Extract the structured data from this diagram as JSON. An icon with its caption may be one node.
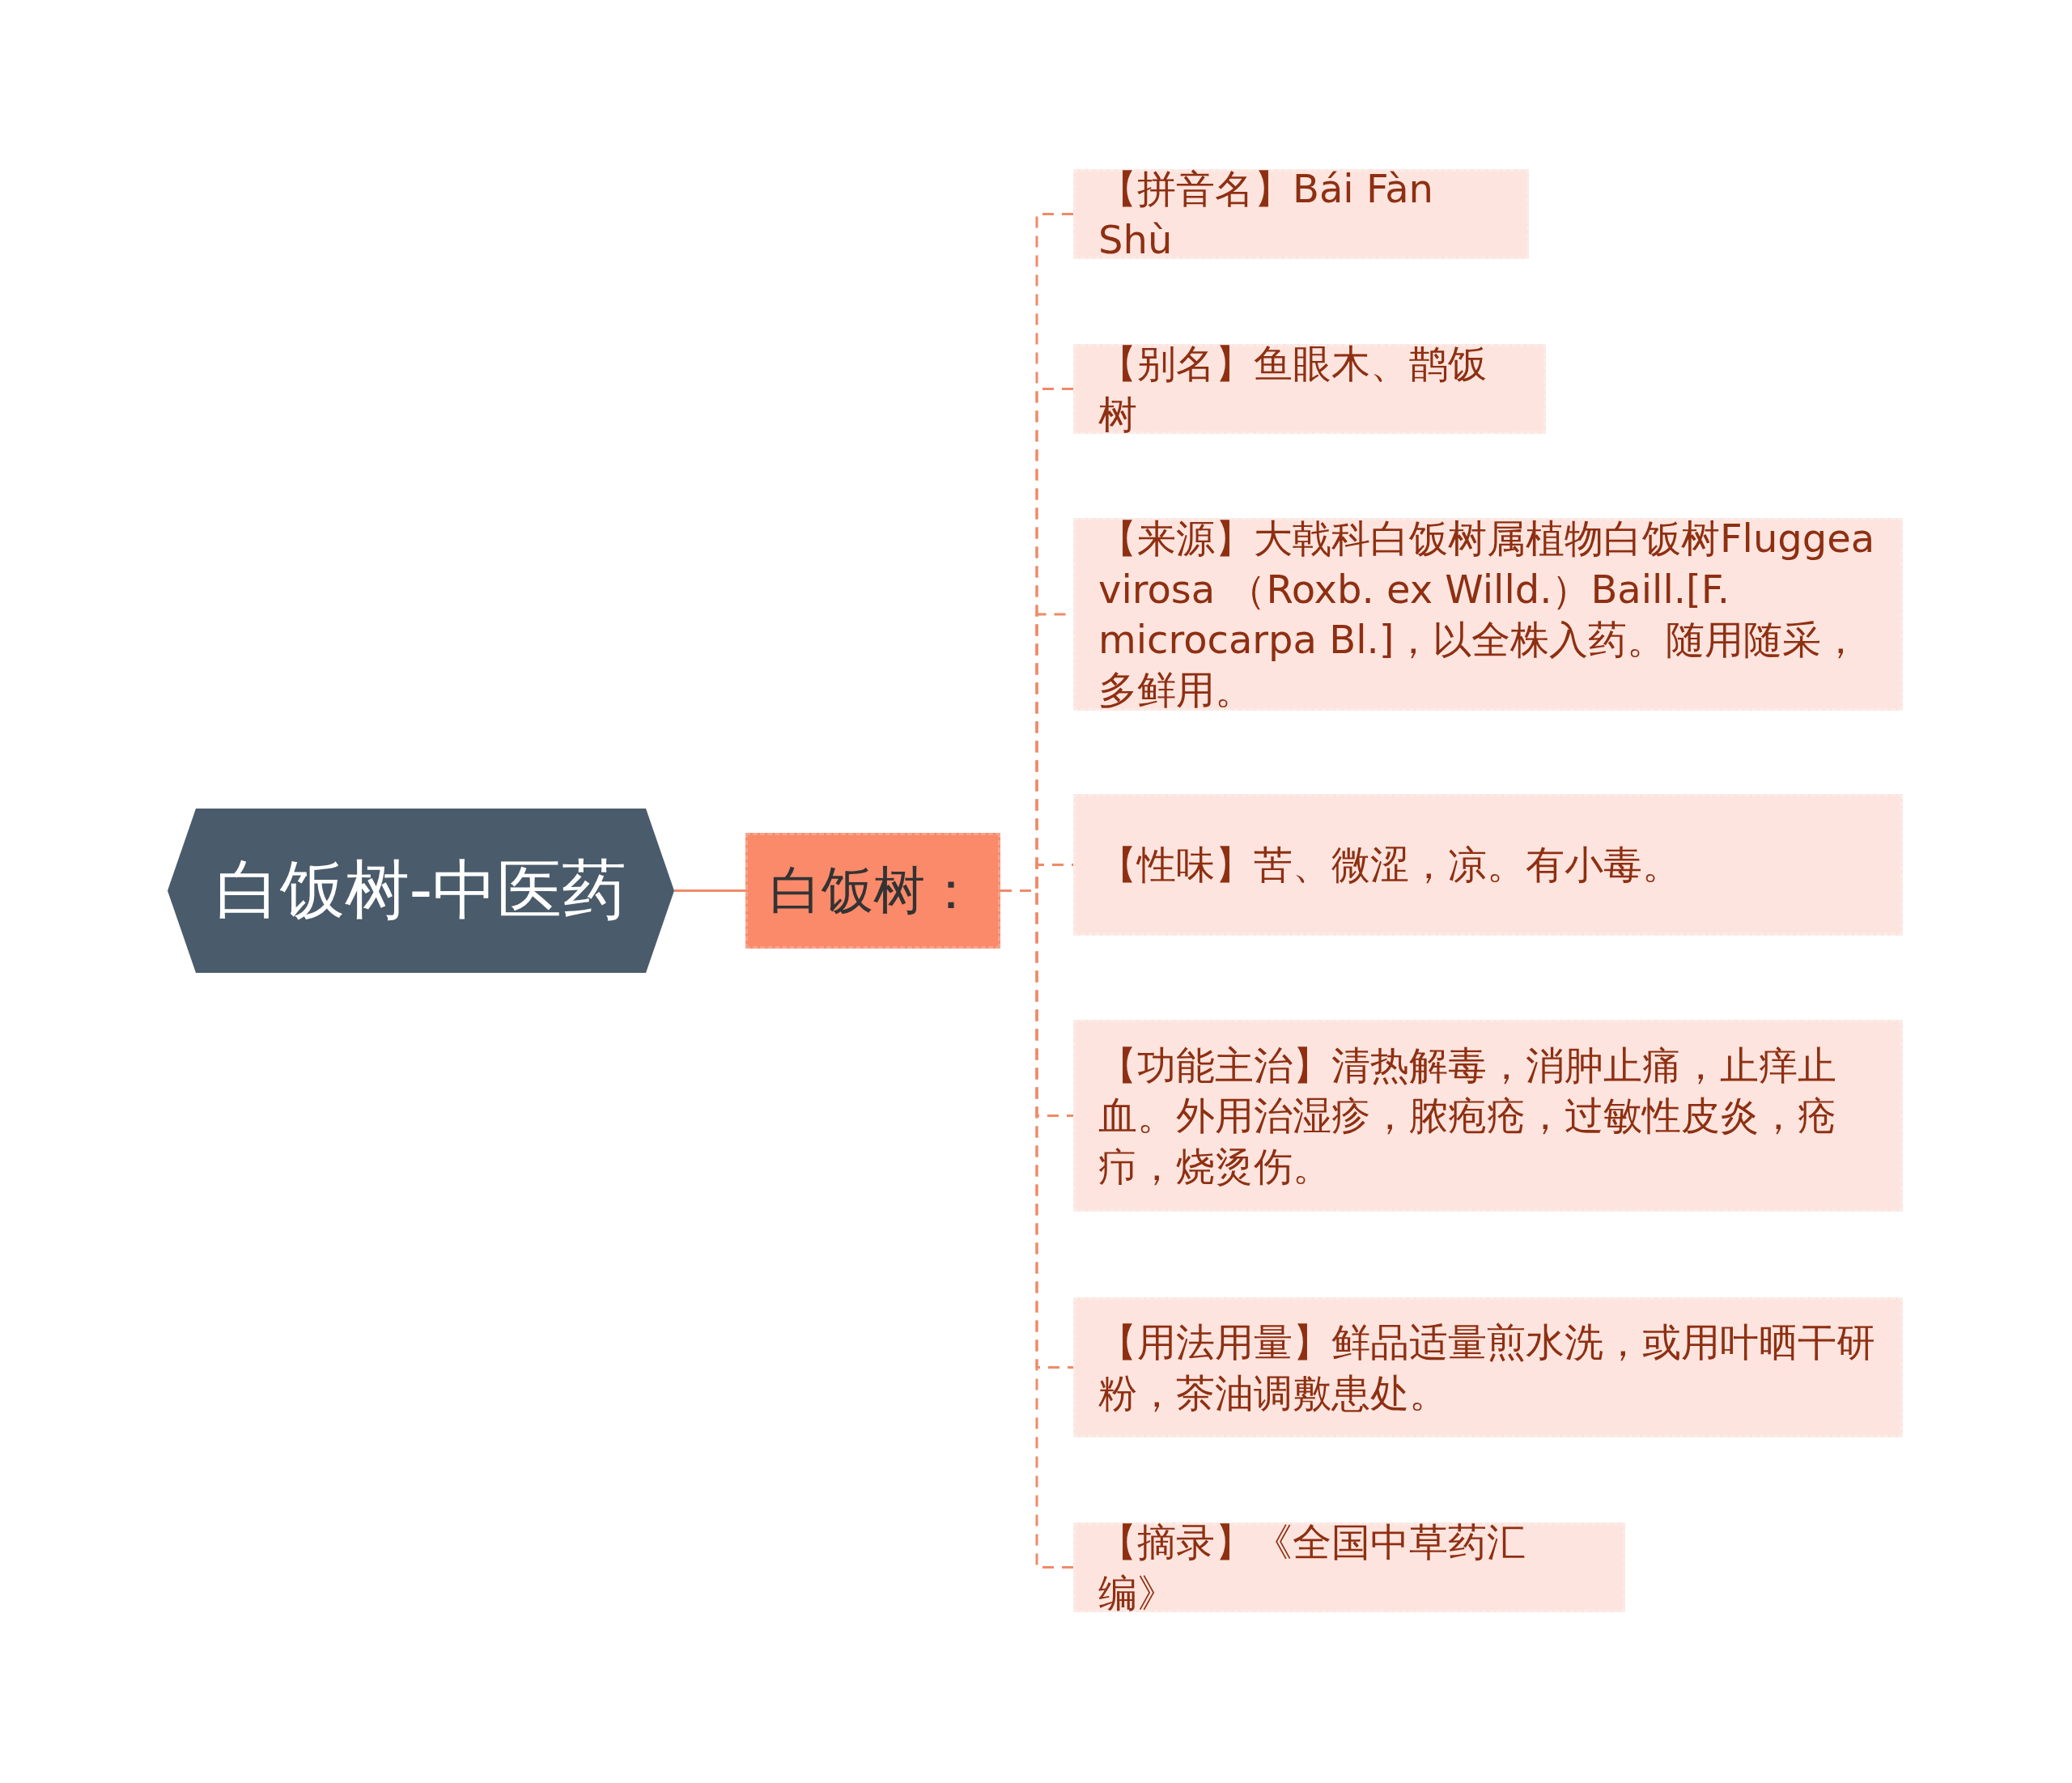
{
  "diagram": {
    "nodes": [
      {
        "text": [
          "白饭树-中医药"
        ]
      },
      {
        "text": [
          "白饭树："
        ]
      },
      {
        "text": [
          "【拼音名】Bái Fàn Shù"
        ]
      },
      {
        "text": [
          "【别名】鱼眼木、鹊饭树"
        ]
      },
      {
        "text": [
          "【来源】大戟科白饭树属植物白饭树Fluggea virosa （Roxb. ex Willd.）Baill.[F. microcarpa Bl.]，以全株入药。随用随采，多鲜用。"
        ]
      },
      {
        "text": [
          "【性味】苦、微涩，凉。有小毒。"
        ]
      },
      {
        "text": [
          "【功能主治】清热解毒，消肿止痛，止痒止血。外用治湿疹，脓疱疮，过敏性皮炎，疮疖，烧烫伤。"
        ]
      },
      {
        "text": [
          "【用法用量】鲜品适量煎水洗，或用叶晒干研粉，茶油调敷患处。"
        ]
      },
      {
        "text": [
          "【摘录】《全国中草药汇编》"
        ]
      }
    ],
    "edges": [
      {
        "from": 0,
        "to": 1,
        "arrow": "none"
      },
      {
        "from": 1,
        "to": 2,
        "arrow": "none",
        "style": "dashed"
      },
      {
        "from": 1,
        "to": 3,
        "arrow": "none",
        "style": "dashed"
      },
      {
        "from": 1,
        "to": 4,
        "arrow": "none",
        "style": "dashed"
      },
      {
        "from": 1,
        "to": 5,
        "arrow": "none",
        "style": "dashed"
      },
      {
        "from": 1,
        "to": 6,
        "arrow": "none",
        "style": "dashed"
      },
      {
        "from": 1,
        "to": 7,
        "arrow": "none",
        "style": "dashed"
      },
      {
        "from": 1,
        "to": 8,
        "arrow": "none",
        "style": "dashed"
      }
    ]
  }
}
